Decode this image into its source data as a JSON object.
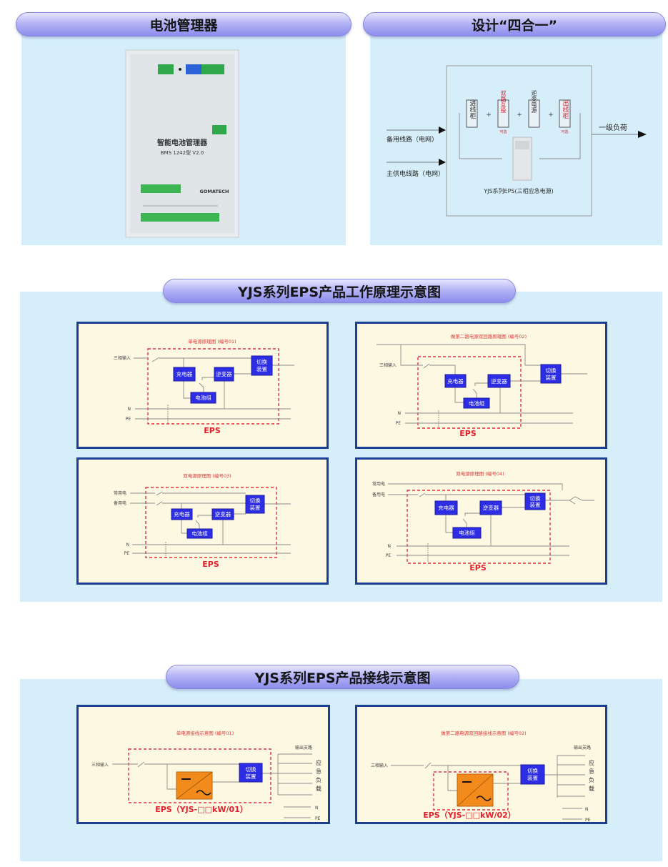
{
  "battery_manager": {
    "title": "电池管理器",
    "device_name": "智能电池管理器",
    "device_model": "BMS 1242型 V2.0",
    "brand": "GOMATECH"
  },
  "four_in_one": {
    "title": "设计“四合一”",
    "plus": "+",
    "optional": "可选",
    "modules": [
      "进线柜",
      "双路互投",
      "逆变电源",
      "出线柜"
    ],
    "input_backup": "备用线路（电网）",
    "input_main": "主供电线路（电网）",
    "output": "一级负荷",
    "product": "YJS系列EPS(三相应急电源)"
  },
  "principle": {
    "title": "YJS系列EPS产品工作原理示意图",
    "diagrams": [
      {
        "title": "单电源原理图 (编号01)"
      },
      {
        "title": "做第二路电源双回路原理图 (编号02)"
      },
      {
        "title": "双电源原理图 (编号03)"
      },
      {
        "title": "双电源原理图 (编号04)"
      }
    ]
  },
  "wiring": {
    "title": "YJS系列EPS产品接线示意图",
    "diagrams": [
      {
        "title": "单电源接线示意图 (编号01)",
        "eps": "EPS（YJS-□□kW/01）"
      },
      {
        "title": "做第二路电源双回路接线示意图 (编号02)",
        "eps": "EPS（YJS-□□kW/02）"
      }
    ],
    "output_branch": "输出支路",
    "load": [
      "应",
      "急",
      "负",
      "载"
    ]
  },
  "labels": {
    "three_phase_input": "三相输入",
    "common_power": "常用电",
    "backup_power": "备用电",
    "charger": "充电器",
    "inverter": "逆变器",
    "battery": "电池组",
    "switch_1": "切换",
    "switch_2": "装置",
    "n": "N",
    "pe": "PE",
    "eps": "EPS"
  }
}
